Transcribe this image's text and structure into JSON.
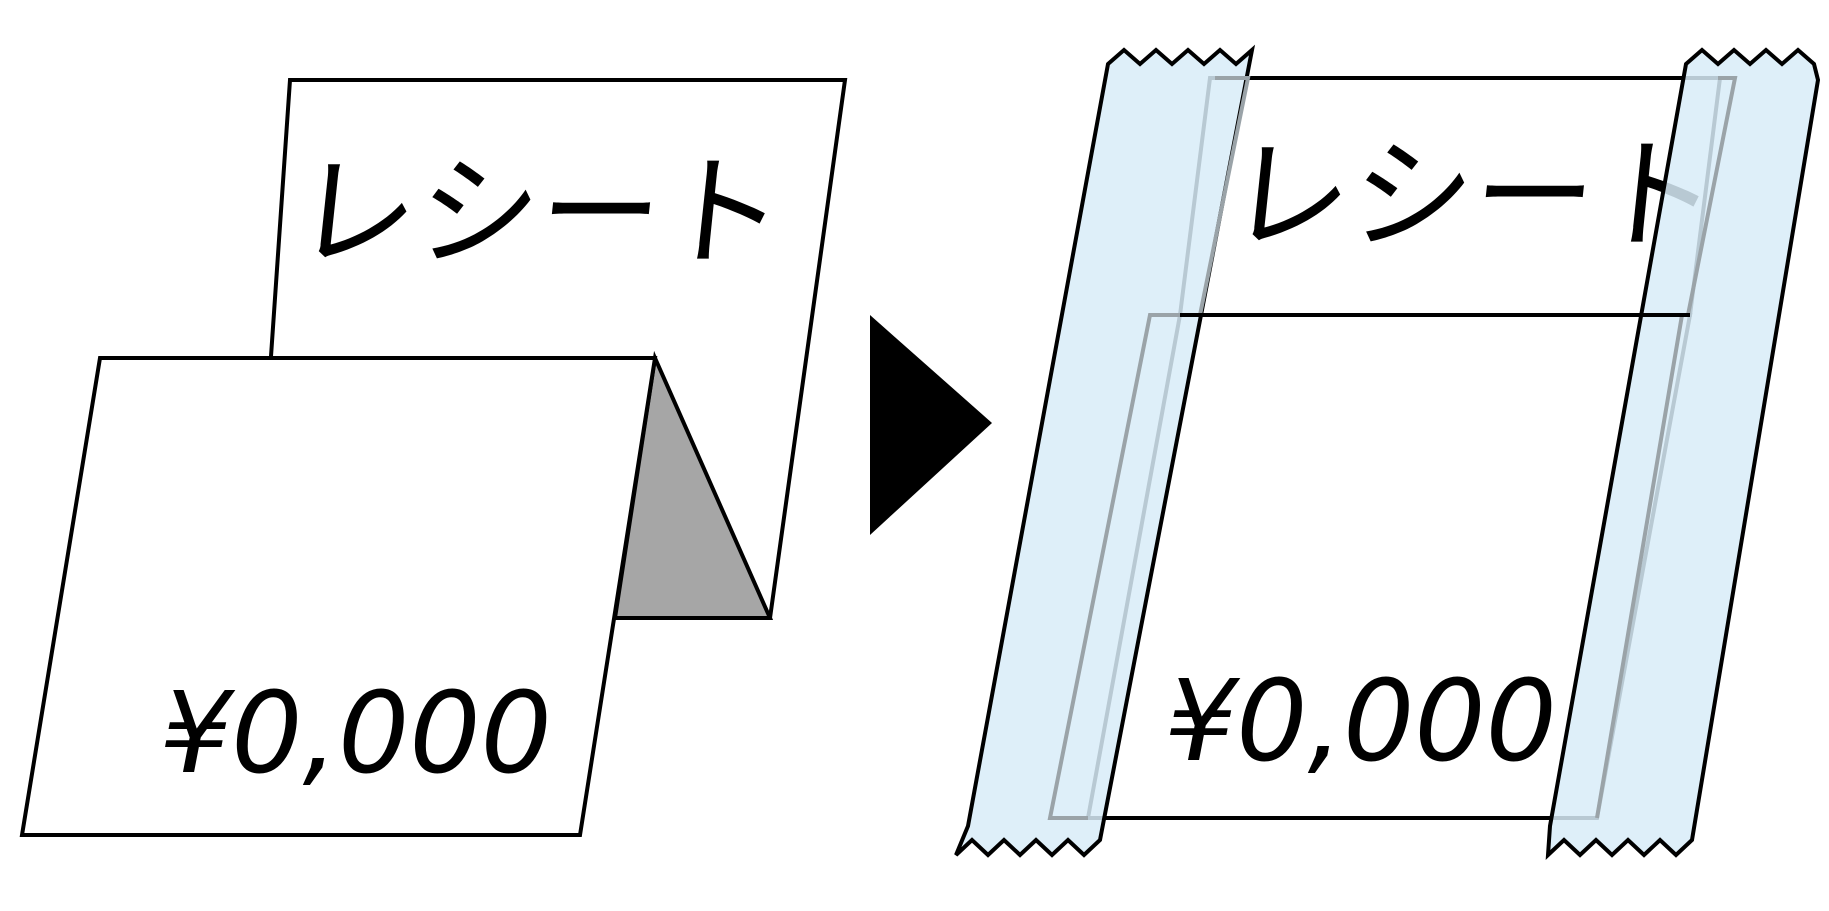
{
  "before": {
    "receipt_label": "レシート",
    "amount_label": "¥0,000"
  },
  "after": {
    "receipt_label": "レシート",
    "amount_label": "¥0,000"
  },
  "colors": {
    "paper": "#ffffff",
    "outline": "#000000",
    "fold_shadow": "#a6a6a6",
    "tape_fill": "#d8ecf8",
    "tape_inner_edge": "#9aa3a8",
    "arrow": "#000000"
  },
  "icons": {
    "arrow": "right-triangle-arrow",
    "tape": "transparent-tape-strip"
  }
}
